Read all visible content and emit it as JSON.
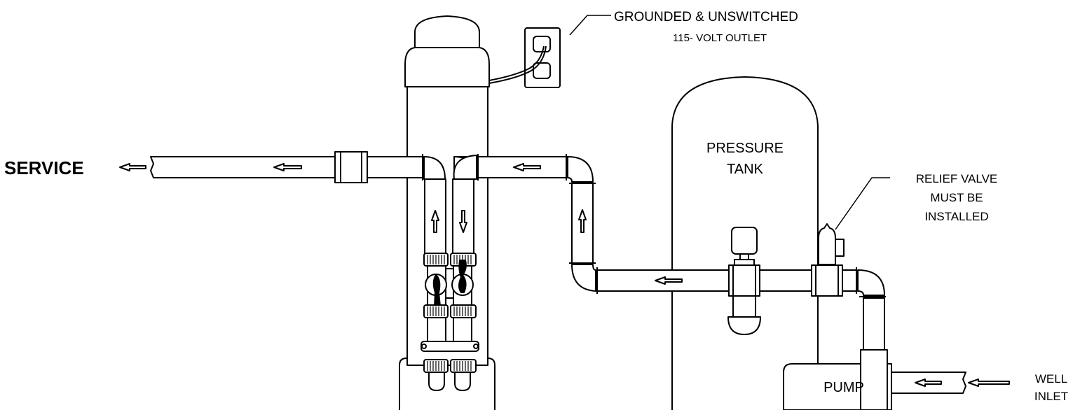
{
  "labels": {
    "service": "SERVICE",
    "outlet_line1": "GROUNDED & UNSWITCHED",
    "outlet_line2": "115- VOLT OUTLET",
    "pressure_tank_line1": "PRESSURE",
    "pressure_tank_line2": "TANK",
    "relief_line1": "RELIEF VALVE",
    "relief_line2": "MUST BE",
    "relief_line3": "INSTALLED",
    "pump": "PUMP",
    "well_line1": "WELL",
    "well_line2": "INLET"
  },
  "colors": {
    "stroke": "#000000",
    "fill": "#ffffff"
  }
}
